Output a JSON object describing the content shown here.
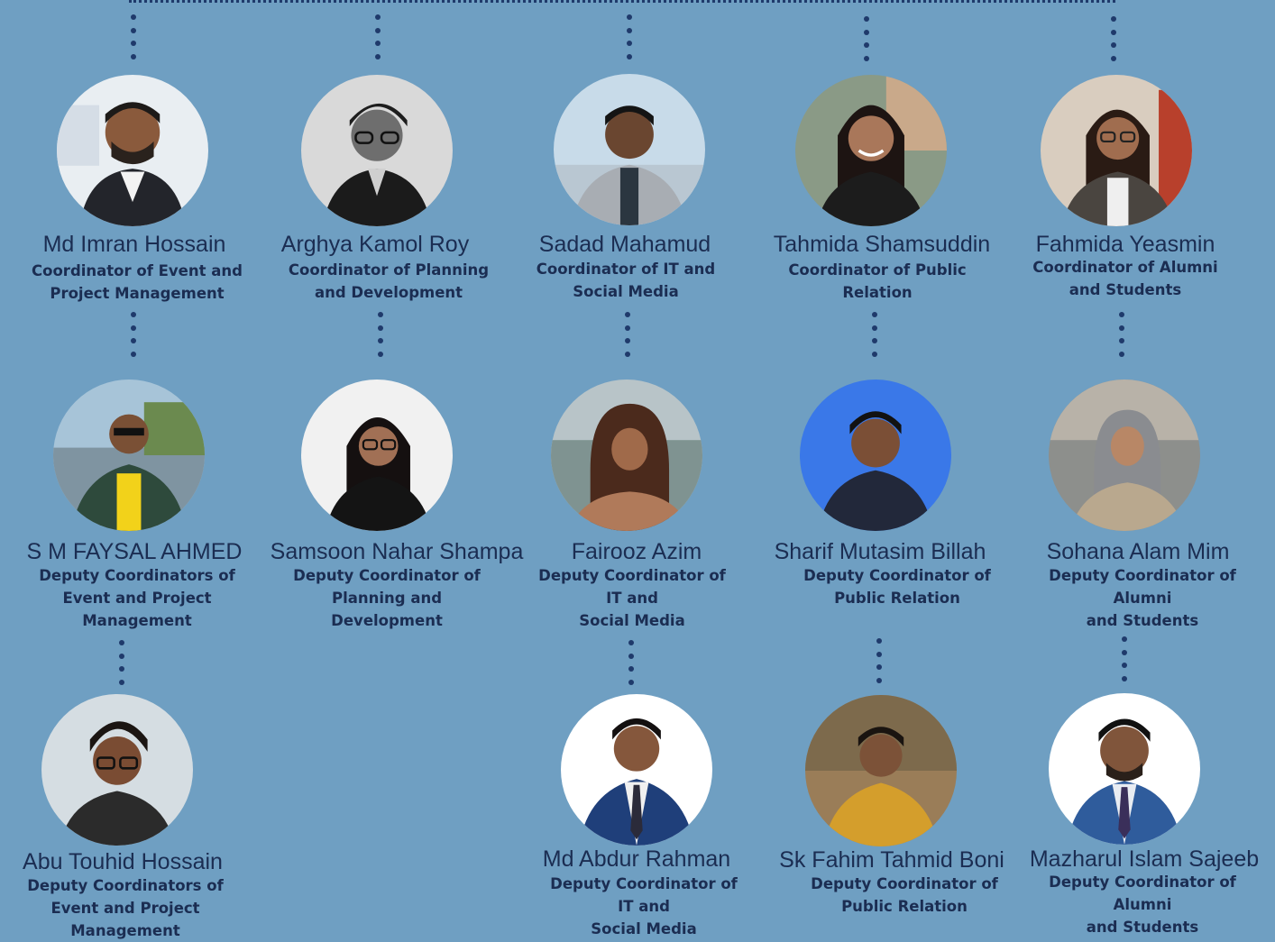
{
  "colors": {
    "background": "#6f9fc2",
    "text": "#1b2d52",
    "connector": "#1f3a6b"
  },
  "members": [
    {
      "name": "Md Imran Hossain",
      "role": "Coordinator of Event and\nProject Management",
      "photo": "portrait-bearded-man-suit"
    },
    {
      "name": "Arghya Kamol Roy",
      "role": "Coordinator of Planning\nand Development",
      "photo": "portrait-man-glasses-bw"
    },
    {
      "name": "Sadad Mahamud",
      "role": "Coordinator of IT and\nSocial Media",
      "photo": "portrait-man-jacket"
    },
    {
      "name": "Tahmida Shamsuddin",
      "role": "Coordinator of Public\nRelation",
      "photo": "portrait-woman-smiling"
    },
    {
      "name": "Fahmida Yeasmin",
      "role": "Coordinator of Alumni\nand Students",
      "photo": "portrait-woman-glasses"
    },
    {
      "name": "S M FAYSAL AHMED",
      "role": "Deputy Coordinators of\nEvent and Project\nManagement",
      "photo": "portrait-man-sunglasses-outdoor"
    },
    {
      "name": "Samsoon Nahar Shampa",
      "role": "Deputy Coordinator of\nPlanning and\nDevelopment",
      "photo": "portrait-woman-glasses-black"
    },
    {
      "name": "Fairooz Azim",
      "role": "Deputy Coordinator of\nIT and\nSocial Media",
      "photo": "portrait-woman-hijab-beach"
    },
    {
      "name": "Sharif Mutasim Billah",
      "role": "Deputy Coordinator of\nPublic Relation",
      "photo": "portrait-man-blue-background"
    },
    {
      "name": "Sohana Alam Mim",
      "role": "Deputy Coordinator of\nAlumni\nand Students",
      "photo": "portrait-woman-hijab-coat"
    },
    {
      "name": "Abu Touhid Hossain",
      "role": "Deputy Coordinators of\nEvent and Project\nManagement",
      "photo": "portrait-man-glasses-smiling"
    },
    {
      "name": "Md Abdur Rahman",
      "role": "Deputy Coordinator of\nIT and\nSocial Media",
      "photo": "portrait-man-suit-tie"
    },
    {
      "name": "Sk Fahim Tahmid Boni",
      "role": "Deputy Coordinator of\nPublic Relation",
      "photo": "portrait-man-yellow-jacket"
    },
    {
      "name": "Mazharul Islam Sajeeb",
      "role": "Deputy Coordinator of\nAlumni\nand Students",
      "photo": "portrait-man-blue-suit"
    }
  ]
}
